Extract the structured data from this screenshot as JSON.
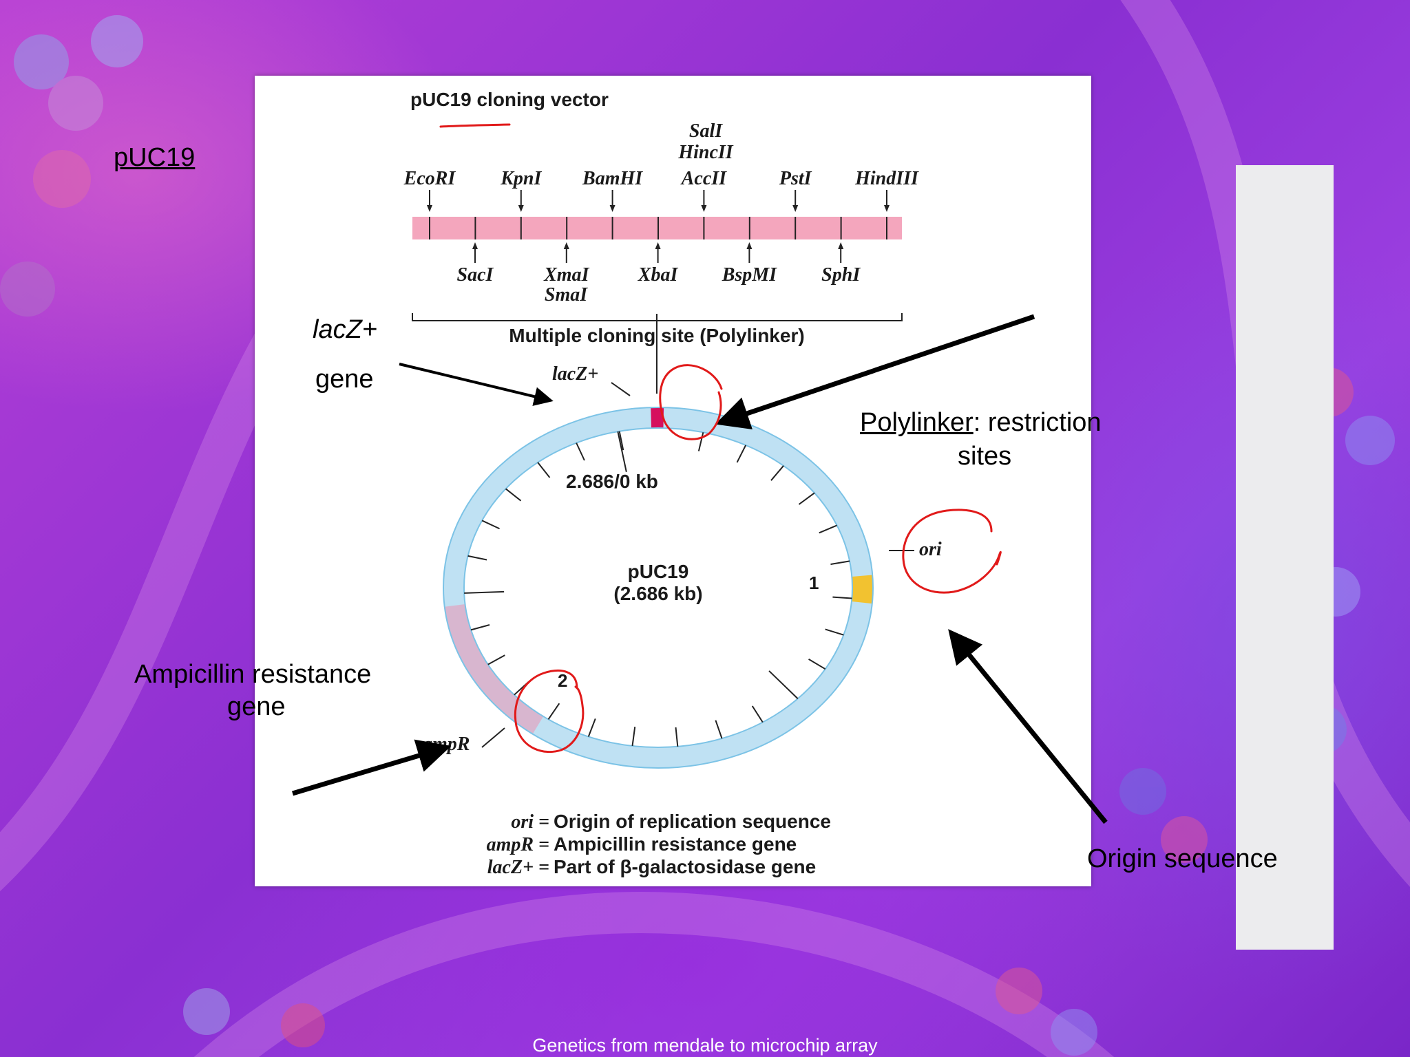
{
  "slide": {
    "topic_link": "pUC19",
    "footer": "Genetics from mendale to microchip array"
  },
  "diagram": {
    "title": "pUC19 cloning vector",
    "sites_top": [
      "EcoRI",
      "KpnI",
      "BamHI",
      "AccII",
      "PstI",
      "HindIII"
    ],
    "sites_top_stack": [
      "SalI",
      "HincII"
    ],
    "sites_bottom": [
      "SacI",
      "XmaI",
      "XbaI",
      "BspMI",
      "SphI"
    ],
    "sites_bottom_stack": "SmaI",
    "mcs_label": "Multiple cloning site (Polylinker)",
    "lacz_label": "lacZ+",
    "ori_label": "ori",
    "amp_label": "ampR",
    "origin_tick_label": "2.686/0 kb",
    "tick_1": "1",
    "tick_2": "2",
    "plasmid_name": "pUC19",
    "plasmid_size": "(2.686 kb)",
    "legend": [
      {
        "term": "ori =",
        "desc": "Origin of replication sequence"
      },
      {
        "term": "ampR =",
        "desc": "Ampicillin resistance gene"
      },
      {
        "term": "lacZ+ =",
        "desc": "Part of β-galactosidase gene"
      }
    ]
  },
  "annotations": {
    "lacz_line1": "lacZ+",
    "lacz_line2": "gene",
    "polylinker_word": "Polylinker",
    "polylinker_rest": ": restriction",
    "polylinker_line2": "sites",
    "amp_line1": "Ampicillin resistance",
    "amp_line2": "gene",
    "origin": "Origin sequence"
  },
  "colors": {
    "ring": "#bfe1f3",
    "amp_segment": "#d8b6cf",
    "ori_segment": "#f2c230",
    "mcs_bar": "#f4a6bd",
    "polylinker_mark": "#d6105e",
    "red_marker": "#e11a1a"
  }
}
